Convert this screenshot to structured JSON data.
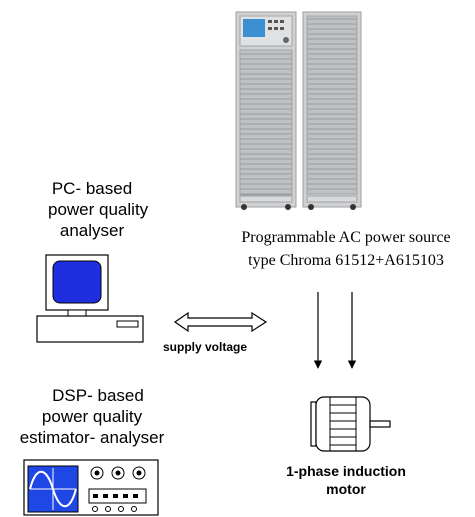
{
  "pc_analyser": {
    "lines": [
      "PC- based",
      "power quality",
      "analyser"
    ]
  },
  "dsp_estimator": {
    "lines": [
      "DSP- based",
      "power quality",
      "estimator- analyser"
    ]
  },
  "power_source": {
    "lines": [
      "Programmable AC power source",
      "type Chroma 61512+A615103"
    ]
  },
  "link": {
    "label": "supply voltage"
  },
  "motor": {
    "lines": [
      "1-phase induction",
      "motor"
    ]
  },
  "colors": {
    "monitor_screen": "#1f2fe0",
    "dsp_screen": "#1f47e6",
    "cabinet": "#c9cbcd",
    "touch_panel": "#3c8fd0"
  }
}
